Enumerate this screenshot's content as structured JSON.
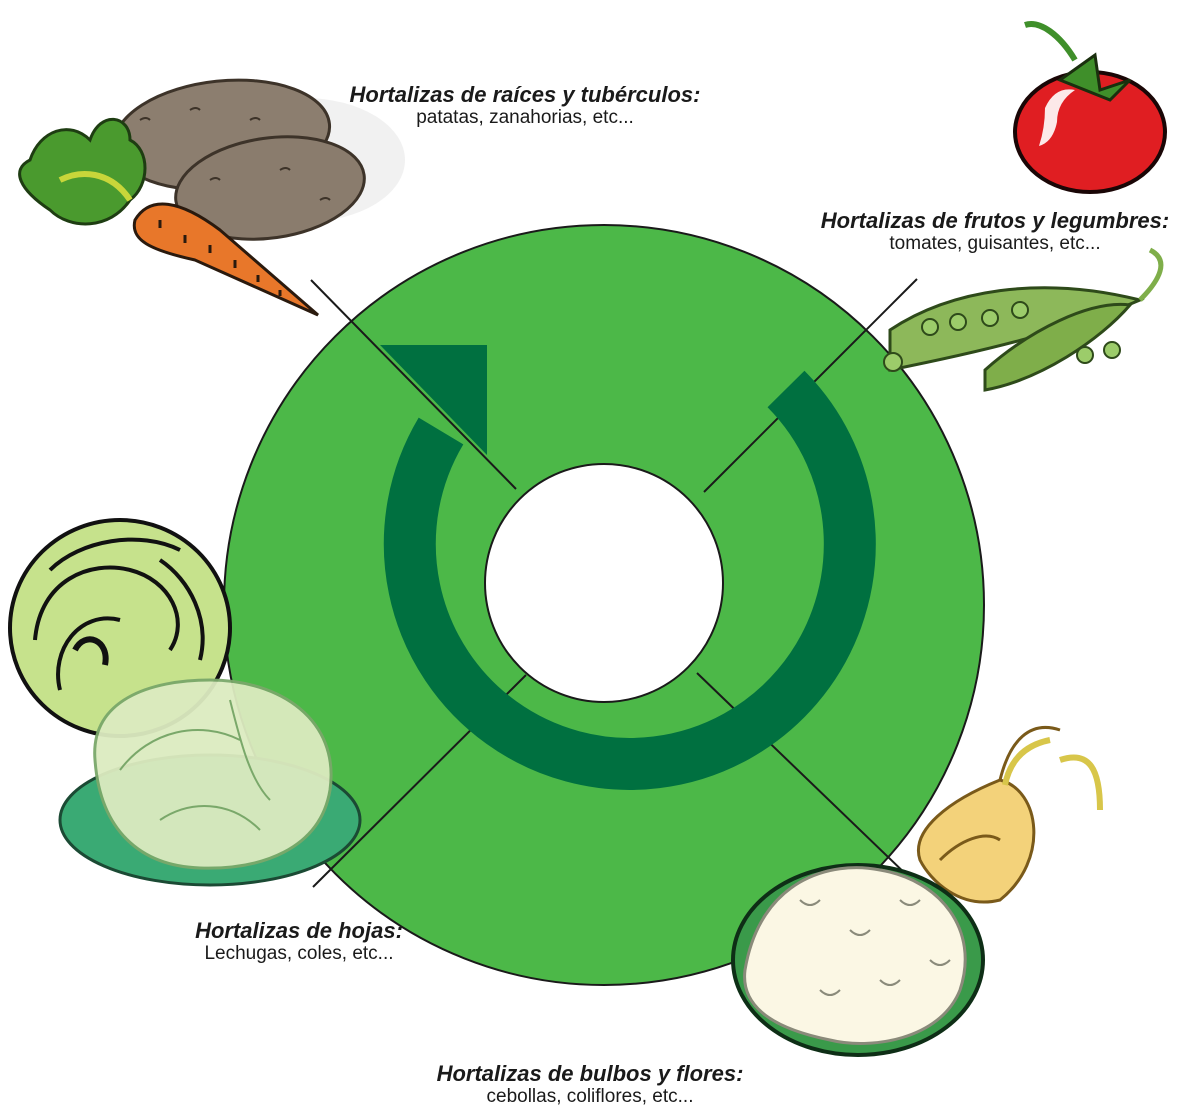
{
  "colors": {
    "ring": "#4cb848",
    "arrow": "#007040",
    "divider": "#1a1a1a",
    "center": "#ffffff"
  },
  "categories": [
    {
      "id": "roots",
      "title": "Hortalizas de raíces y tubérculos:",
      "desc": "patatas, zanahorias, etc...",
      "icons": [
        "potato-icon",
        "carrot-icon"
      ]
    },
    {
      "id": "fruits",
      "title": "Hortalizas de frutos y legumbres:",
      "desc": "tomates, guisantes, etc...",
      "icons": [
        "tomato-icon",
        "peas-icon"
      ]
    },
    {
      "id": "leaves",
      "title": "Hortalizas de hojas:",
      "desc": "Lechugas, coles, etc...",
      "icons": [
        "lettuce-icon",
        "cabbage-icon"
      ]
    },
    {
      "id": "bulbs",
      "title": "Hortalizas de bulbos y flores:",
      "desc": "cebollas, coliflores, etc...",
      "icons": [
        "onion-icon",
        "cauliflower-icon"
      ]
    }
  ]
}
